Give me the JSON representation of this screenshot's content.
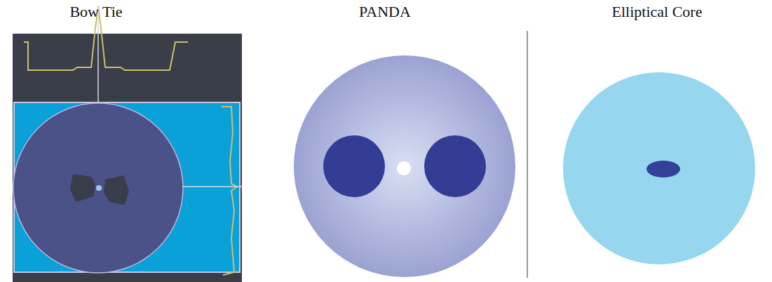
{
  "diagram": {
    "labels": [
      "Bow Tie",
      "PANDA",
      "Elliptical Core"
    ]
  }
}
